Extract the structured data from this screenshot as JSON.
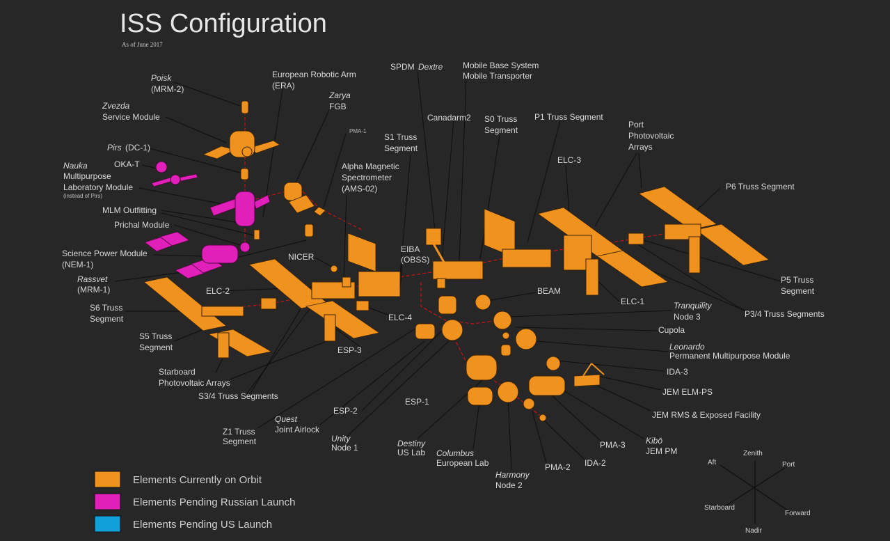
{
  "header": {
    "title": "ISS Configuration",
    "subtitle": "As of June 2017"
  },
  "colors": {
    "on_orbit": "#f0921e",
    "pending_russian": "#e020b8",
    "pending_us": "#12a0d8",
    "path": "#c81414",
    "background": "#272727"
  },
  "legend": [
    {
      "label": "Elements Currently on Orbit",
      "color": "#f0921e"
    },
    {
      "label": "Elements Pending Russian Launch",
      "color": "#e020b8"
    },
    {
      "label": "Elements Pending US Launch",
      "color": "#12a0d8"
    }
  ],
  "labels": {
    "poisk": "Poisk",
    "poisk_id": "(MRM-2)",
    "zvezda": "Zvezda",
    "zvezda_sub": "Service Module",
    "pirs": "Pirs",
    "pirs_id": "(DC-1)",
    "okat": "OKA-T",
    "nauka": "Nauka",
    "nauka_l1": "Multipurpose",
    "nauka_l2": "Laboratory Module",
    "nauka_note": "(instead of Pirs)",
    "mlm_outfitting": "MLM Outfitting",
    "prichal": "Prichal Module",
    "spm_l1": "Science Power Module",
    "spm_l2": "(NEM-1)",
    "rassvet": "Rassvet",
    "rassvet_id": "(MRM-1)",
    "s6_l1": "S6 Truss",
    "s6_l2": "Segment",
    "s5_l1": "S5 Truss",
    "s5_l2": "Segment",
    "starboard_pv_l1": "Starboard",
    "starboard_pv_l2": "Photovoltaic Arrays",
    "s34": "S3/4 Truss Segments",
    "z1_l1": "Z1 Truss",
    "z1_l2": "Segment",
    "quest": "Quest",
    "quest_sub": "Joint Airlock",
    "unity": "Unity",
    "unity_sub": "Node 1",
    "destiny": "Destiny",
    "destiny_sub": "US Lab",
    "columbus": "Columbus",
    "columbus_sub": "European Lab",
    "harmony": "Harmony",
    "harmony_sub": "Node 2",
    "pma2": "PMA-2",
    "ida2": "IDA-2",
    "pma3": "PMA-3",
    "kibo": "Kibō",
    "kibo_sub": "JEM PM",
    "jem_rms": "JEM RMS & Exposed Facility",
    "jem_elm": "JEM ELM-PS",
    "ida3": "IDA-3",
    "leonardo": "Leonardo",
    "leonardo_sub": "Permanent Multipurpose Module",
    "cupola": "Cupola",
    "tranquility": "Tranquility",
    "tranquility_sub": "Node 3",
    "beam": "BEAM",
    "esp1": "ESP-1",
    "esp2": "ESP-2",
    "esp3": "ESP-3",
    "elc1": "ELC-1",
    "elc2": "ELC-2",
    "elc3": "ELC-3",
    "elc4": "ELC-4",
    "nicer": "NICER",
    "eiba_l1": "EIBA",
    "eiba_l2": "(OBSS)",
    "era_l1": "European Robotic Arm",
    "era_l2": "(ERA)",
    "zarya": "Zarya",
    "zarya_sub": "FGB",
    "pma1": "PMA-1",
    "s1_l1": "S1 Truss",
    "s1_l2": "Segment",
    "ams_l1": "Alpha Magnetic",
    "ams_l2": "Spectrometer",
    "ams_l3": "(AMS-02)",
    "spdm": "SPDM",
    "dextre": "Dextre",
    "canadarm2": "Canadarm2",
    "mbs_l1": "Mobile Base System",
    "mbs_l2": "Mobile Transporter",
    "s0_l1": "S0 Truss",
    "s0_l2": "Segment",
    "p1": "P1 Truss Segment",
    "port_pv_l1": "Port",
    "port_pv_l2": "Photovoltaic",
    "port_pv_l3": "Arrays",
    "p6": "P6 Truss Segment",
    "p5_l1": "P5 Truss",
    "p5_l2": "Segment",
    "p34": "P3/4 Truss Segments"
  },
  "directions": {
    "zenith": "Zenith",
    "nadir": "Nadir",
    "aft": "Aft",
    "port": "Port",
    "starboard": "Starboard",
    "forward": "Forward"
  }
}
